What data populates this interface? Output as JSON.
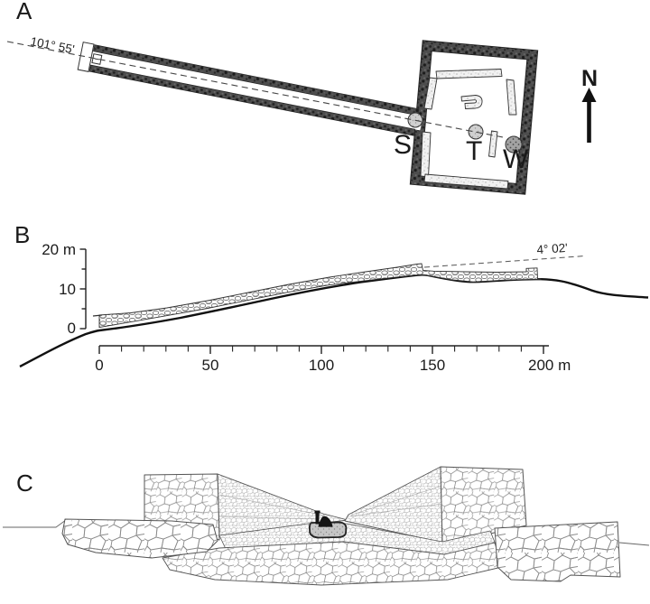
{
  "panels": {
    "a": {
      "label": "A",
      "azimuth_label": "101° 55'",
      "north_label": "N",
      "stone_s": "S",
      "stone_t": "T",
      "stone_w": "W"
    },
    "b": {
      "label": "B",
      "slope_label": "4° 02'",
      "y_ticks": [
        "0",
        "10",
        "20 m"
      ],
      "x_ticks": [
        "0",
        "50",
        "100",
        "150",
        "200 m"
      ]
    },
    "c": {
      "label": "C"
    }
  },
  "colors": {
    "background": "#ffffff",
    "ink": "#1a1a1a",
    "wall_dark": "#4d4d4d",
    "feature_gray": "#d0d0d0",
    "stone_w_gray": "#a3a3a3",
    "platform_gray": "#c6c6c6"
  },
  "chart_data": {
    "type": "line",
    "title": "",
    "xlabel": "",
    "ylabel": "",
    "x_unit": "m",
    "y_unit": "m",
    "xlim": [
      0,
      200
    ],
    "ylim": [
      0,
      20
    ],
    "x_ticks": [
      0,
      50,
      100,
      150,
      200
    ],
    "y_ticks": [
      0,
      10,
      20
    ],
    "series": [
      {
        "name": "ground-surface-profile",
        "points": [
          [
            -36,
            -9.5
          ],
          [
            -20,
            -5
          ],
          [
            0,
            0
          ],
          [
            25,
            2
          ],
          [
            50,
            4
          ],
          [
            75,
            7
          ],
          [
            100,
            10
          ],
          [
            125,
            12
          ],
          [
            140,
            13.5
          ],
          [
            150,
            13.7
          ],
          [
            160,
            12.5
          ],
          [
            175,
            11.8
          ],
          [
            190,
            12.3
          ],
          [
            200,
            12.3
          ],
          [
            212,
            11.5
          ],
          [
            224,
            9.5
          ],
          [
            247,
            8
          ]
        ]
      },
      {
        "name": "passage-roof-profile",
        "points": [
          [
            0,
            3.4
          ],
          [
            15,
            3.9
          ],
          [
            30,
            5
          ],
          [
            50,
            7
          ],
          [
            75,
            9.6
          ],
          [
            100,
            12.3
          ],
          [
            125,
            14.5
          ],
          [
            143,
            16.3
          ],
          [
            146,
            14.4
          ],
          [
            160,
            14.3
          ],
          [
            180,
            14.2
          ],
          [
            193,
            15.2
          ],
          [
            197,
            12.5
          ]
        ]
      }
    ],
    "annotations": [
      {
        "text": "4° 02'",
        "type": "slope-dashed-line",
        "near_x": 190,
        "near_y": 18
      }
    ],
    "legend": null,
    "grid": false
  }
}
